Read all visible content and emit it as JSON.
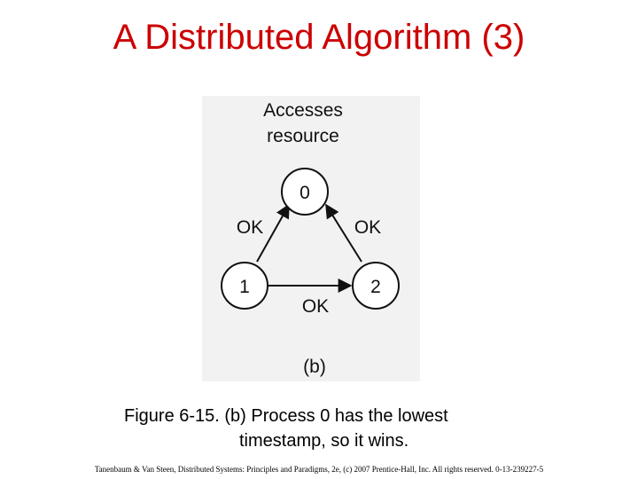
{
  "slide": {
    "title": "A Distributed Algorithm (3)",
    "caption_line1": "Figure 6-15. (b) Process 0 has the lowest",
    "caption_line2": "timestamp, so it wins.",
    "footer": "Tanenbaum & Van Steen, Distributed Systems: Principles and Paradigms, 2e, (c) 2007 Prentice-Hall, Inc. All rights reserved. 0-13-239227-5"
  },
  "diagram": {
    "header_line1": "Accesses",
    "header_line2": "resource",
    "nodes": [
      "0",
      "1",
      "2"
    ],
    "edge_labels": {
      "left": "OK",
      "right": "OK",
      "bottom": "OK"
    },
    "sublabel": "(b)",
    "background": "#f2f2f2"
  },
  "colors": {
    "title": "#cc0000"
  }
}
